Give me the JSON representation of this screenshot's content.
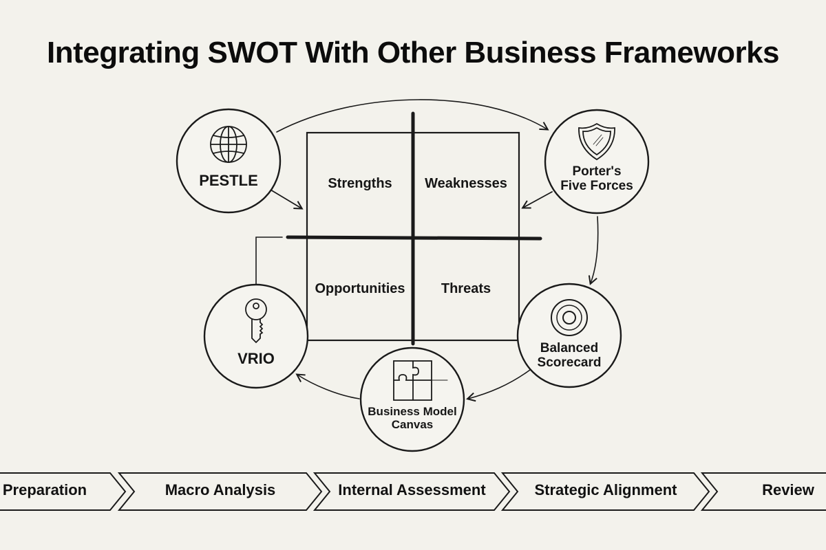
{
  "title": "Integrating SWOT With Other Business Frameworks",
  "swot": {
    "strengths": "Strengths",
    "weaknesses": "Weaknesses",
    "opportunities": "Opportunities",
    "threats": "Threats"
  },
  "frameworks": {
    "pestle": {
      "label": "PESTLE",
      "icon": "globe-icon"
    },
    "porter": {
      "line1": "Porter's",
      "line2": "Five Forces",
      "icon": "shield-icon"
    },
    "balanced": {
      "line1": "Balanced",
      "line2": "Scorecard",
      "icon": "target-icon"
    },
    "bmc": {
      "line1": "Business Model",
      "line2": "Canvas",
      "icon": "puzzle-icon"
    },
    "vrio": {
      "label": "VRIO",
      "icon": "key-icon"
    }
  },
  "process_steps": [
    "Preparation",
    "Macro Analysis",
    "Internal Assessment",
    "Strategic Alignment",
    "Review"
  ],
  "colors": {
    "background": "#f3f2ec",
    "ink": "#111111"
  }
}
